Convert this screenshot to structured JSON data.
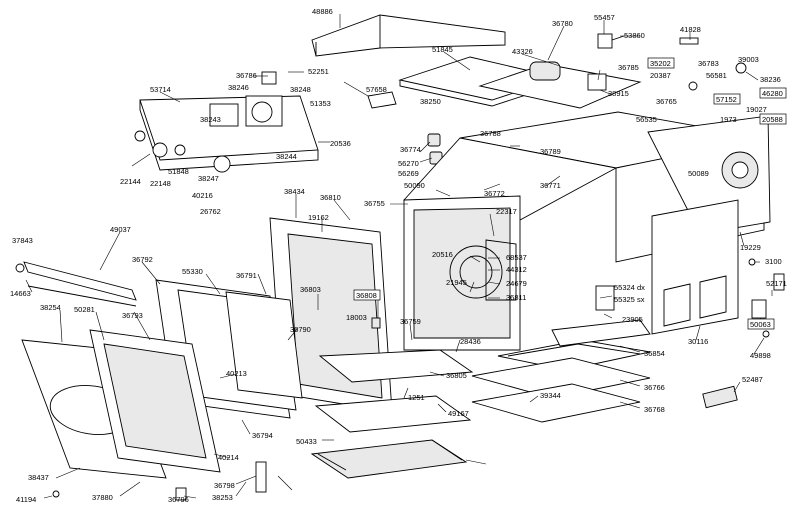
{
  "diagram": {
    "labels": [
      "48886",
      "36780",
      "55457",
      "53860",
      "41828",
      "51845",
      "43326",
      "35202",
      "20387",
      "36783",
      "39003",
      "36786",
      "52251",
      "57658",
      "36785",
      "38915",
      "56581",
      "38236",
      "53714",
      "38248",
      "38246",
      "51353",
      "38250",
      "36765",
      "57152",
      "46280",
      "19027",
      "1973",
      "20588",
      "38243",
      "36788",
      "56535",
      "20536",
      "22144",
      "22148",
      "51848",
      "38247",
      "38244",
      "36774",
      "36789",
      "56270",
      "56269",
      "36771",
      "40216",
      "26762",
      "50090",
      "36772",
      "50089",
      "38434",
      "36810",
      "36755",
      "22317",
      "19162",
      "37843",
      "49037",
      "68537",
      "44312",
      "20516",
      "24679",
      "21945",
      "36811",
      "19229",
      "3100",
      "36792",
      "55330",
      "36791",
      "36803",
      "36808",
      "18003",
      "14663",
      "52171",
      "55324 dx",
      "55325 sx",
      "23905",
      "38254",
      "50281",
      "36793",
      "36790",
      "36759",
      "28436",
      "50063",
      "30116",
      "49898",
      "36854",
      "40213",
      "36805",
      "36766",
      "39344",
      "52487",
      "1251",
      "49167",
      "36768",
      "36794",
      "50433",
      "40214",
      "38437",
      "37880",
      "38253",
      "36798",
      "36796",
      "41194"
    ],
    "boxed": [
      "35202",
      "57152",
      "46280",
      "20588",
      "36808",
      "50063"
    ]
  }
}
